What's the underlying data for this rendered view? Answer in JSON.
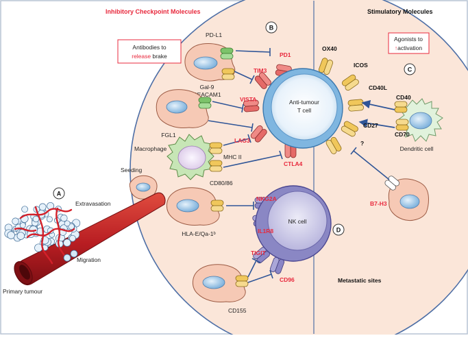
{
  "headers": {
    "inhibitory": "Inhibitory Checkpoint Molecules",
    "stimulatory": "Stimulatory Molecules",
    "metastatic": "Metastatic sites"
  },
  "panels": {
    "a": "A",
    "b": "B",
    "c": "C",
    "d": "D"
  },
  "boxes": {
    "antibodies_pre": "Antibodies to",
    "antibodies_red": "release",
    "antibodies_post": "brake",
    "agonists_line1": "Agonists to",
    "agonists_arrow": "↑",
    "agonists_line2": "activation"
  },
  "cells": {
    "t_cell_line1": "Anti-tumour",
    "t_cell_line2": "T cell",
    "nk_cell": "NK cell",
    "macrophage": "Macrophage",
    "dendritic": "Dendritic cell"
  },
  "ligands": {
    "pdl1": "PD-L1",
    "gal9": "Gal-9",
    "ceacam1": "CEACAM1",
    "fgl1": "FGL1",
    "mhc2": "MHC II",
    "cd8086": "CD80/86",
    "hlae": "HLA-E/Qa-1ᵇ",
    "cd155": "CD155"
  },
  "inhibitory_receptors": {
    "pd1": "PD1",
    "tim3": "TIM3",
    "vista": "VISTA",
    "lag3": "LAG3",
    "ctla4": "CTLA4",
    "nkg2a": "NKG2A",
    "il1r8": "IL1R8",
    "tigit": "TIGIT",
    "cd96": "CD96",
    "b7h3": "B7-H3"
  },
  "stimulatory_receptors": {
    "ox40": "OX40",
    "icos": "ICOS",
    "cd40l": "CD40L",
    "cd40": "CD40",
    "cd27": "CD27",
    "cd70": "CD70",
    "unknown": "?"
  },
  "tumour": {
    "extravasation": "Extravasation",
    "seeding": "Seeding",
    "migration": "Migration",
    "primary": "Primary tumour"
  },
  "colors": {
    "border": "#b7c3d4",
    "circle_fill": "#fbe5d8",
    "circle_stroke": "#4e6fa6",
    "tcell_ring": "#7fb6e0",
    "tcell_body": "#e9f3fb",
    "nk_ring": "#8a87c4",
    "nk_body": "#d7d6ee",
    "inhibitor": "#2f5597",
    "red_label": "#e8283c",
    "receptor_red": "#e56a67",
    "receptor_yellow": "#f0c75b",
    "receptor_green": "#7cc36a",
    "receptor_purple": "#8b86c6",
    "apc_body": "#f6c9b5",
    "nucleus": "#9fc8ea",
    "vessel": "#c0262a"
  }
}
